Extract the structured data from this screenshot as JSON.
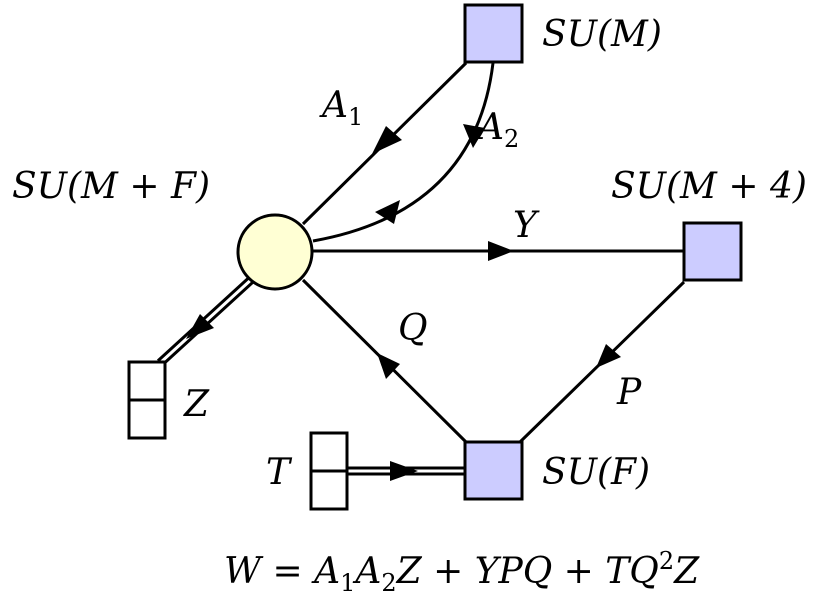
{
  "nodes": {
    "gauge": {
      "label": "SU(M + F)"
    },
    "top": {
      "label": "SU(M)"
    },
    "right": {
      "label": "SU(M + 4)"
    },
    "bottom": {
      "label": "SU(F)"
    }
  },
  "tensors": {
    "Z": {
      "label": "Z"
    },
    "T": {
      "label": "T"
    }
  },
  "fields": {
    "A1": {
      "base": "A",
      "sub": "1"
    },
    "A2": {
      "base": "A",
      "sub": "2"
    },
    "Y": "Y",
    "Q": "Q",
    "P": "P"
  },
  "superpotential": {
    "lhs": "W",
    "eq": " = ",
    "t1_a": "A",
    "t1_a_sub": "1",
    "t1_b": "A",
    "t1_b_sub": "2",
    "t1_c": "Z",
    "plus1": " + ",
    "t2": "YPQ",
    "plus2": " + ",
    "t3_a": "TQ",
    "t3_sup": "2",
    "t3_b": "Z"
  },
  "colors": {
    "flavor_fill": "#ccccff",
    "gauge_fill": "#ffffd4",
    "stroke": "#000000"
  }
}
